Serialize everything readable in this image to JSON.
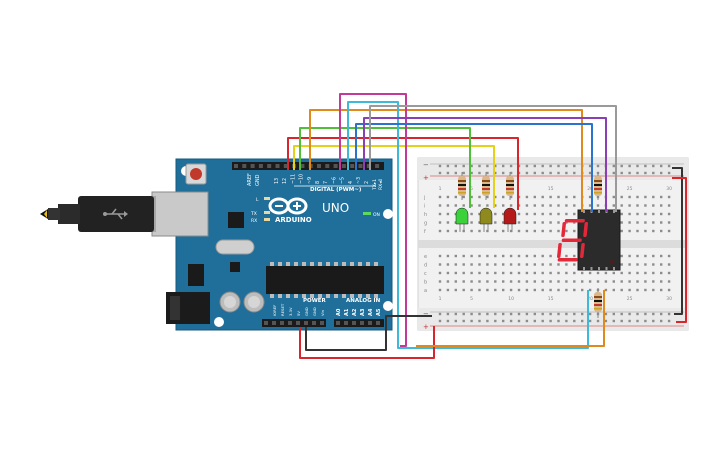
{
  "arduino": {
    "brand": "ARDUINO",
    "model": "UNO",
    "digital_label": "DIGITAL (PWM~)",
    "power_label": "POWER",
    "analog_label": "ANALOG IN",
    "aref_label": "AREF",
    "gnd_label": "GND",
    "tx_label": "TX",
    "rx_label": "RX",
    "l_label": "L",
    "on_label": "ON",
    "txo_label": "TX▸1",
    "rxi_label": "RX◂0",
    "digital_pins": [
      "13",
      "12",
      "~11",
      "~10",
      "~9",
      "8",
      "7",
      "~6",
      "~5",
      "4",
      "~3",
      "2"
    ],
    "power_pins": [
      "IOREF",
      "RESET",
      "3.3V",
      "5V",
      "GND",
      "GND",
      "Vin"
    ],
    "analog_pins": [
      "A0",
      "A1",
      "A2",
      "A3",
      "A4",
      "A5"
    ]
  },
  "breadboard": {
    "row_letters_top": [
      "a",
      "b",
      "c",
      "d",
      "e"
    ],
    "row_letters_bottom": [
      "f",
      "g",
      "h",
      "i",
      "j"
    ],
    "column_numbers": [
      "1",
      "5",
      "10",
      "15",
      "20",
      "25",
      "30"
    ],
    "rail_minus": "−",
    "rail_plus": "+"
  },
  "components": {
    "led_colors": [
      "#3ad13a",
      "#8f8a1e",
      "#b51a1a"
    ],
    "segment_color": "#e3283a"
  },
  "wire_colors": {
    "red": "#d9262c",
    "black": "#333333",
    "orange": "#e08a1e",
    "yellow": "#e4d21a",
    "green": "#4fbf3a",
    "cyan": "#3fb9d8",
    "blue": "#2a74d0",
    "purple": "#8a3fb5",
    "magenta": "#c2399a",
    "grey": "#9a9a9a"
  }
}
